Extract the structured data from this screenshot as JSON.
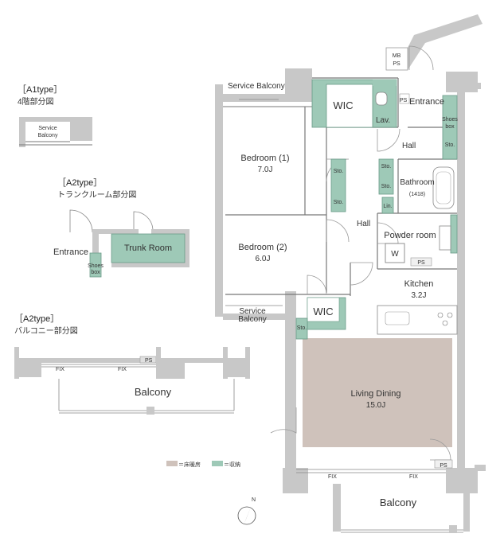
{
  "legend": {
    "floor_heating": "＝床暖房",
    "storage": "＝収納",
    "colors": {
      "floor_heating": "#cfc2bb",
      "storage": "#9ec9b7",
      "wall": "#c8c8c8"
    }
  },
  "inset_a1": {
    "type_label": "［A1type］",
    "subtitle": "4階部分図",
    "service_balcony": [
      "Service",
      "Balcony"
    ]
  },
  "inset_a2_trunk": {
    "type_label": "［A2type］",
    "subtitle": "トランクルーム部分図",
    "trunk_room": "Trunk Room",
    "entrance": "Entrance",
    "shoes_box": [
      "Shoes",
      "box"
    ]
  },
  "inset_a2_balcony": {
    "type_label": "［A2type］",
    "subtitle": "バルコニー部分図",
    "balcony": "Balcony",
    "fix_1": "FIX",
    "fix_2": "FIX",
    "ps": "PS"
  },
  "plan": {
    "mb_ps": [
      "MB",
      "PS"
    ],
    "service_balcony_top": "Service Balcony",
    "wic_top": "WIC",
    "lav": "Lav.",
    "ps_top": "PS",
    "entrance": "Entrance",
    "shoes_box": [
      "Shoes",
      "box"
    ],
    "sto_entrance": "Sto.",
    "hall_top": "Hall",
    "bedroom1": {
      "name": "Bedroom (1)",
      "size": "7.0J"
    },
    "bedroom2": {
      "name": "Bedroom (2)",
      "size": "6.0J"
    },
    "sto_a": "Sto.",
    "sto_b": "Sto.",
    "sto_c": "Sto.",
    "sto_d": "Sto.",
    "lin": "Lin.",
    "bathroom": {
      "name": "Bathroom",
      "size": "(1418)"
    },
    "hall_mid": "Hall",
    "powder_room": "Powder room",
    "washer": "W",
    "ps_powder": "PS",
    "kitchen": {
      "name": "Kitchen",
      "size": "3.2J"
    },
    "service_balcony_2": [
      "Service",
      "Balcony"
    ],
    "wic_mid": "WIC",
    "sto_living": "Sto.",
    "living": {
      "name": "Living Dining",
      "size": "15.0J"
    },
    "ps_bottom": "PS",
    "fix_left": "FIX",
    "fix_right": "FIX",
    "balcony": "Balcony",
    "north": "N"
  }
}
